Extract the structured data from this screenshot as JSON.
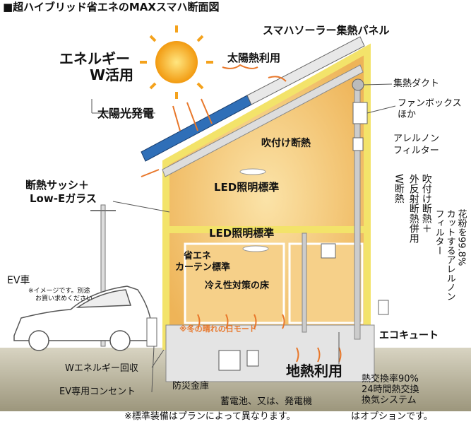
{
  "title": "■超ハイブリッド省エネのMAXスマハ断面図",
  "labels": {
    "solar_panel": "スマハソーラー集熱パネル",
    "energy_w1": "エネルギー",
    "energy_w2": "W活用",
    "solar_heat": "太陽熱利用",
    "solar_power": "太陽光発電",
    "duct": "集熱ダクト",
    "fanbox1": "ファンボックス",
    "fanbox2": "ほか",
    "allernon1": "アレルノン",
    "allernon2": "フィルター",
    "spray": "吹付け断熱",
    "sash1": "断熱サッシ＋",
    "sash2": "Low-Eガラス",
    "led1": "LED照明標準",
    "led2": "LED照明標準",
    "curtain1": "省エネ",
    "curtain2": "カーテン標準",
    "floor": "冷え性対策の床",
    "winter": "※冬の晴れの日モード",
    "ev": "EV車",
    "ev_note1": "※イメージです。別途",
    "ev_note2": "お買い求めください",
    "ecocute": "エコキュート",
    "geo": "地熱利用",
    "w_recover": "Wエネルギー回収",
    "ev_outlet": "EV専用コンセント",
    "safe": "防災金庫",
    "battery": "蓄電池、又は、発電機",
    "vent1": "熱交換率90%",
    "vent2": "24時間熱交換",
    "vent3": "換気システム",
    "wi_col1": "吹付け断熱＋",
    "wi_col2": "外反射断熱併用",
    "wi_col3": "W断熱",
    "pollen_col1": "花粉を99.8%",
    "pollen_col2": "カットするアレルノン",
    "pollen_col3": "フィルター"
  },
  "footer": {
    "note": "※標準装備はプランによって異なります。",
    "option": "はオプションです。"
  },
  "colors": {
    "house": "#f5c96a",
    "wall": "#f3e36a",
    "ground": "#a9a38a",
    "panel": "#2f6fb8",
    "sun": "#f4a21c",
    "arrow": "#e8772a"
  }
}
